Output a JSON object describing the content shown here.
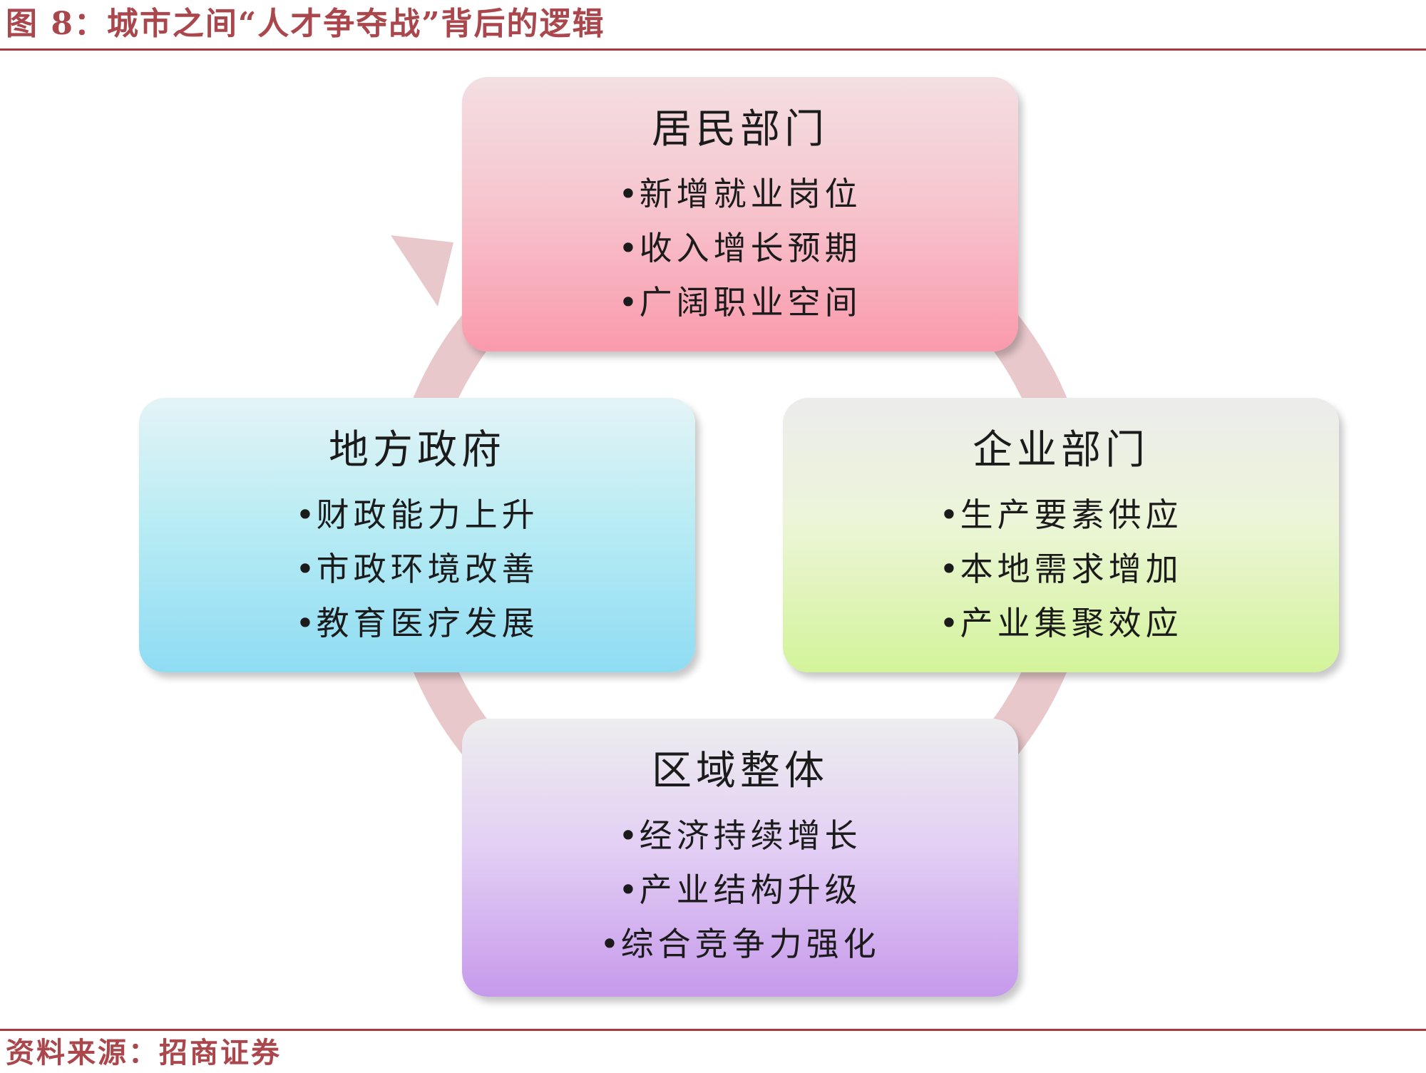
{
  "figure": {
    "title": "图 8：城市之间“人才争夺战”背后的逻辑",
    "source": "资料来源：招商证券"
  },
  "colors": {
    "accent": "#a63a3f",
    "cycle_ring": "#e8c8cb",
    "top_box": "#fa9aac",
    "left_box": "#8fdcf3",
    "right_box": "#d3f49a",
    "bottom_box": "#c69aeb"
  },
  "nodes": {
    "top": {
      "title": "居民部门",
      "items": [
        "新增就业岗位",
        "收入增长预期",
        "广阔职业空间"
      ]
    },
    "right": {
      "title": "企业部门",
      "items": [
        "生产要素供应",
        "本地需求增加",
        "产业集聚效应"
      ]
    },
    "bottom": {
      "title": "区域整体",
      "items": [
        "经济持续增长",
        "产业结构升级",
        "综合竞争力强化"
      ]
    },
    "left": {
      "title": "地方政府",
      "items": [
        "财政能力上升",
        "市政环境改善",
        "教育医疗发展"
      ]
    }
  },
  "cycle": {
    "direction": "clockwise",
    "arrow_icon": "cycle-arrow-icon"
  }
}
